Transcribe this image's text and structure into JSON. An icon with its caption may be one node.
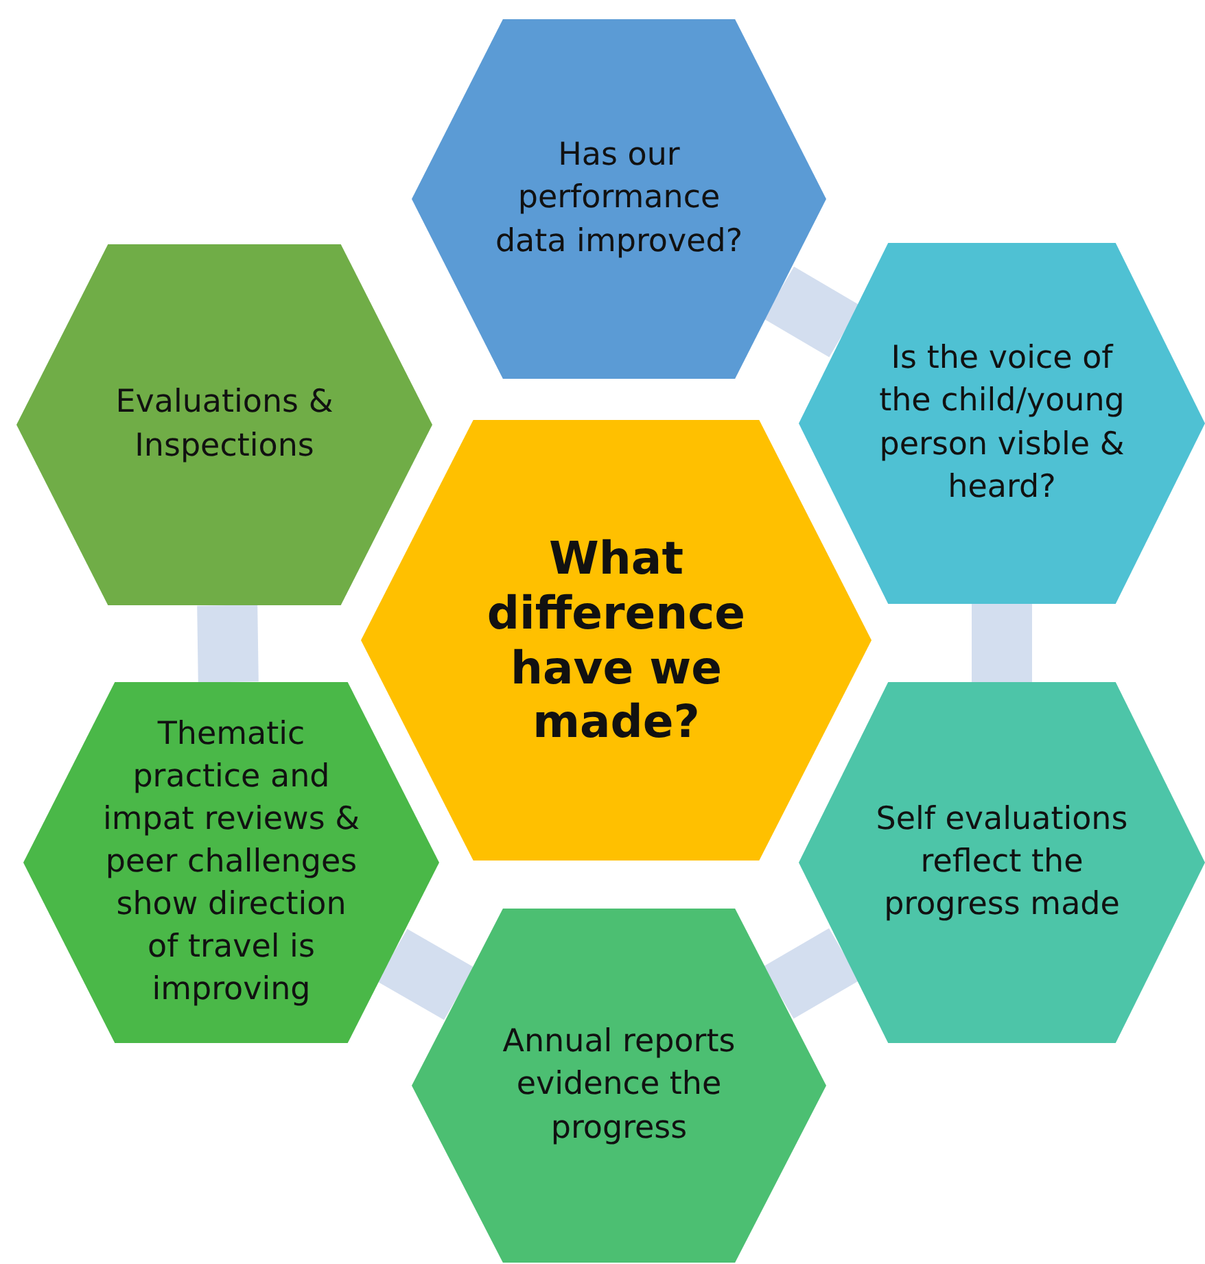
{
  "diagram": {
    "nodes": [
      {
        "text": [
          "Has our performance data improved?"
        ]
      },
      {
        "text": [
          "Evaluations & Inspections"
        ]
      },
      {
        "text": [
          "Is the voice of the child/young person visble & heard?"
        ]
      },
      {
        "text": [
          "What difference have we made?"
        ]
      },
      {
        "text": [
          "Thematic practice and impat reviews & peer challenges show direction of travel is improving"
        ]
      },
      {
        "text": [
          "Self evaluations reflect the progress made"
        ]
      },
      {
        "text": [
          "Annual reports evidence the progress"
        ]
      }
    ],
    "edges": [
      {
        "from": 0,
        "to": 2,
        "arrow": "none"
      },
      {
        "from": 2,
        "to": 5,
        "arrow": "none"
      },
      {
        "from": 5,
        "to": 6,
        "arrow": "none"
      },
      {
        "from": 6,
        "to": 4,
        "arrow": "none"
      },
      {
        "from": 4,
        "to": 1,
        "arrow": "none"
      }
    ]
  }
}
